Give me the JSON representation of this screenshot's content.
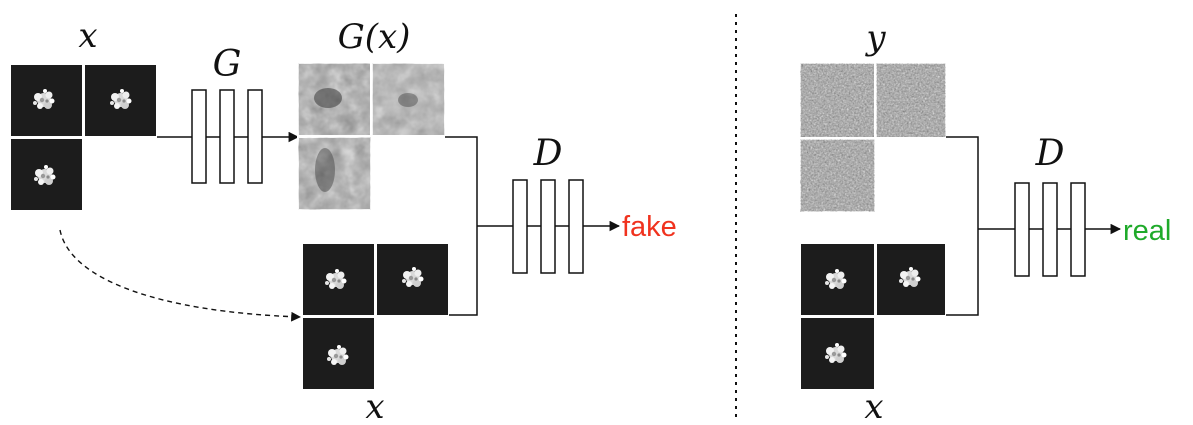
{
  "labels": {
    "x_top_left": "x",
    "generator": "G",
    "generated": "G(x)",
    "discriminator_left": "D",
    "output_fake": "fake",
    "x_bottom_middle": "x",
    "divider": "",
    "y_top_right": "y",
    "discriminator_right": "D",
    "output_real": "real",
    "x_bottom_right": "x"
  },
  "colors": {
    "fake": "#f0321e",
    "real": "#1faa2a",
    "tile_dark": "#1c1c1c",
    "tile_gray": "#a8a8a8"
  }
}
